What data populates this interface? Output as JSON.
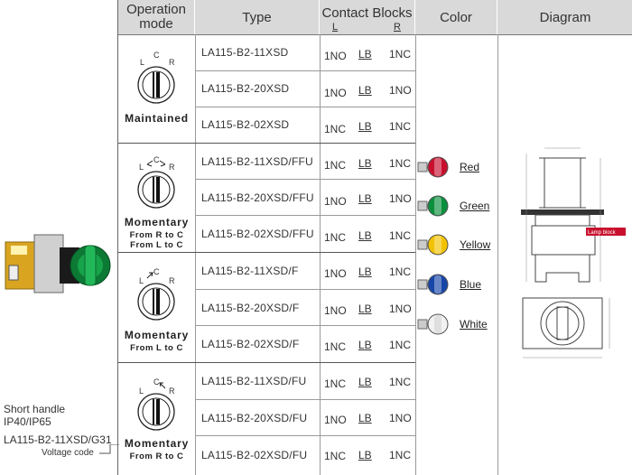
{
  "header": {
    "operation_mode": "Operation mode",
    "type": "Type",
    "contact_blocks": "Contact Blocks",
    "contact_l": "L",
    "contact_r": "R",
    "color": "Color",
    "diagram": "Diagram"
  },
  "modes": [
    {
      "title": "Maintained",
      "subtitle_1": "",
      "subtitle_2": ""
    },
    {
      "title": "Momentary",
      "subtitle_1": "From R to C",
      "subtitle_2": "From L to C"
    },
    {
      "title": "Momentary",
      "subtitle_1": "From L to C",
      "subtitle_2": ""
    },
    {
      "title": "Momentary",
      "subtitle_1": "From R to C",
      "subtitle_2": ""
    }
  ],
  "knob_labels": {
    "l": "L",
    "c": "C",
    "r": "R"
  },
  "rows": [
    {
      "type": "LA115-B2-11XSD",
      "l": "1NO",
      "lb": "LB",
      "r": "1NC"
    },
    {
      "type": "LA115-B2-20XSD",
      "l": "1NO",
      "lb": "LB",
      "r": "1NO"
    },
    {
      "type": "LA115-B2-02XSD",
      "l": "1NC",
      "lb": "LB",
      "r": "1NC"
    },
    {
      "type": "LA115-B2-11XSD/FFU",
      "l": "1NC",
      "lb": "LB",
      "r": "1NC"
    },
    {
      "type": "LA115-B2-20XSD/FFU",
      "l": "1NO",
      "lb": "LB",
      "r": "1NO"
    },
    {
      "type": "LA115-B2-02XSD/FFU",
      "l": "1NC",
      "lb": "LB",
      "r": "1NC"
    },
    {
      "type": "LA115-B2-11XSD/F",
      "l": "1NO",
      "lb": "LB",
      "r": "1NC"
    },
    {
      "type": "LA115-B2-20XSD/F",
      "l": "1NO",
      "lb": "LB",
      "r": "1NO"
    },
    {
      "type": "LA115-B2-02XSD/F",
      "l": "1NC",
      "lb": "LB",
      "r": "1NC"
    },
    {
      "type": "LA115-B2-11XSD/FU",
      "l": "1NC",
      "lb": "LB",
      "r": "1NC"
    },
    {
      "type": "LA115-B2-20XSD/FU",
      "l": "1NO",
      "lb": "LB",
      "r": "1NO"
    },
    {
      "type": "LA115-B2-02XSD/FU",
      "l": "1NC",
      "lb": "LB",
      "r": "1NC"
    }
  ],
  "colors": [
    {
      "label": "Red",
      "hex": "#c8102e"
    },
    {
      "label": "Green",
      "hex": "#0a8f3c"
    },
    {
      "label": "Yellow",
      "hex": "#f2c200"
    },
    {
      "label": "Blue",
      "hex": "#1846a8"
    },
    {
      "label": "White",
      "hex": "#f2f2f2"
    }
  ],
  "sidebar": {
    "handle_line1": "Short handle",
    "handle_line2": "IP40/IP65",
    "model_code": "LA115-B2-11XSD/G31",
    "voltage_code": "Voltage code"
  },
  "diagram": {
    "lamp_block_label": "Lamp block"
  }
}
